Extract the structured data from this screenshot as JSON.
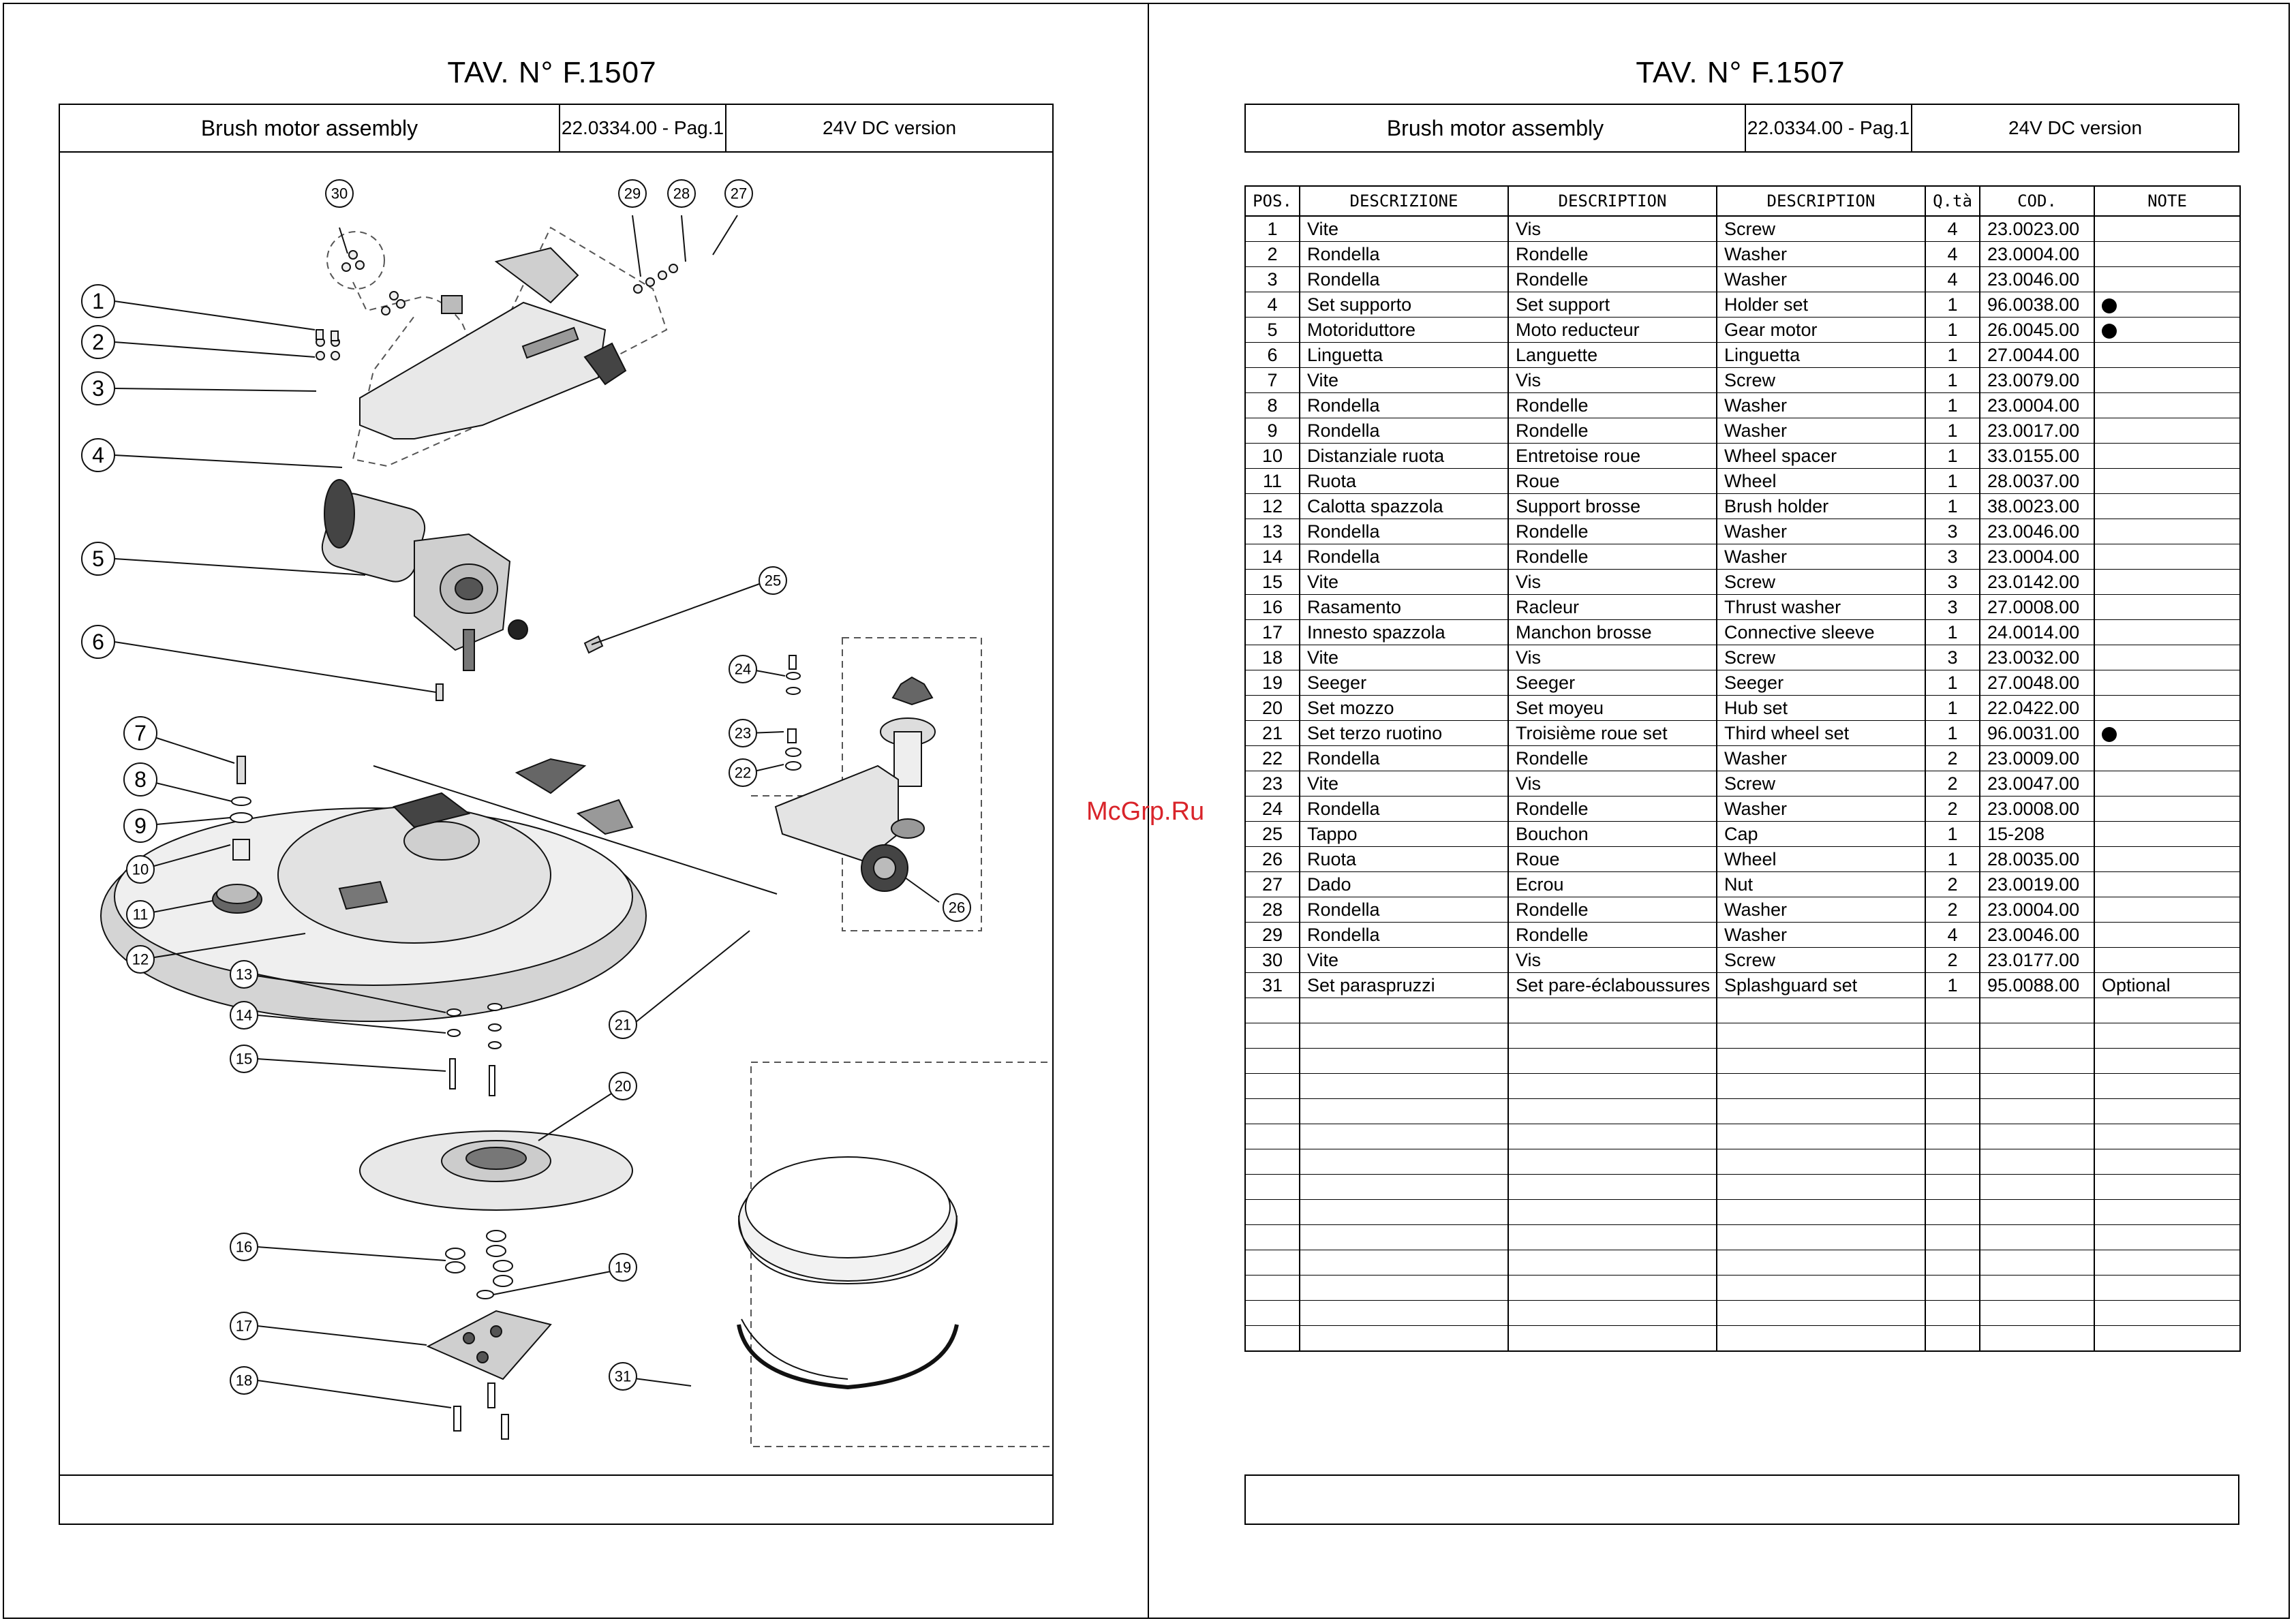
{
  "page": {
    "title": "TAV. N° F.1507",
    "header": {
      "assembly": "Brush motor assembly",
      "code_page": "22.0334.00 - Pag.1",
      "version": "24V DC version"
    },
    "watermark": "McGrp.Ru"
  },
  "diagram": {
    "callouts": [
      "1",
      "2",
      "3",
      "4",
      "5",
      "6",
      "7",
      "8",
      "9",
      "10",
      "11",
      "12",
      "13",
      "14",
      "15",
      "16",
      "17",
      "18",
      "19",
      "20",
      "21",
      "22",
      "23",
      "24",
      "25",
      "26",
      "27",
      "28",
      "29",
      "30",
      "31"
    ]
  },
  "parts_table": {
    "headers": [
      "POS.",
      "DESCRIZIONE",
      "DESCRIPTION",
      "DESCRIPTION",
      "Q.tà",
      "COD.",
      "NOTE"
    ],
    "rows": [
      {
        "pos": "1",
        "it": "Vite",
        "fr": "Vis",
        "en": "Screw",
        "qty": "4",
        "code": "23.0023.00",
        "note": "",
        "dot": false
      },
      {
        "pos": "2",
        "it": "Rondella",
        "fr": "Rondelle",
        "en": "Washer",
        "qty": "4",
        "code": "23.0004.00",
        "note": "",
        "dot": false
      },
      {
        "pos": "3",
        "it": "Rondella",
        "fr": "Rondelle",
        "en": "Washer",
        "qty": "4",
        "code": "23.0046.00",
        "note": "",
        "dot": false
      },
      {
        "pos": "4",
        "it": "Set supporto",
        "fr": "Set support",
        "en": "Holder set",
        "qty": "1",
        "code": "96.0038.00",
        "note": "",
        "dot": true
      },
      {
        "pos": "5",
        "it": "Motoriduttore",
        "fr": "Moto reducteur",
        "en": "Gear motor",
        "qty": "1",
        "code": "26.0045.00",
        "note": "",
        "dot": true
      },
      {
        "pos": "6",
        "it": "Linguetta",
        "fr": "Languette",
        "en": "Linguetta",
        "qty": "1",
        "code": "27.0044.00",
        "note": "",
        "dot": false
      },
      {
        "pos": "7",
        "it": "Vite",
        "fr": "Vis",
        "en": "Screw",
        "qty": "1",
        "code": "23.0079.00",
        "note": "",
        "dot": false
      },
      {
        "pos": "8",
        "it": "Rondella",
        "fr": "Rondelle",
        "en": "Washer",
        "qty": "1",
        "code": "23.0004.00",
        "note": "",
        "dot": false
      },
      {
        "pos": "9",
        "it": "Rondella",
        "fr": "Rondelle",
        "en": "Washer",
        "qty": "1",
        "code": "23.0017.00",
        "note": "",
        "dot": false
      },
      {
        "pos": "10",
        "it": "Distanziale ruota",
        "fr": "Entretoise roue",
        "en": "Wheel spacer",
        "qty": "1",
        "code": "33.0155.00",
        "note": "",
        "dot": false
      },
      {
        "pos": "11",
        "it": "Ruota",
        "fr": "Roue",
        "en": "Wheel",
        "qty": "1",
        "code": "28.0037.00",
        "note": "",
        "dot": false
      },
      {
        "pos": "12",
        "it": "Calotta spazzola",
        "fr": "Support brosse",
        "en": "Brush holder",
        "qty": "1",
        "code": "38.0023.00",
        "note": "",
        "dot": false
      },
      {
        "pos": "13",
        "it": "Rondella",
        "fr": "Rondelle",
        "en": "Washer",
        "qty": "3",
        "code": "23.0046.00",
        "note": "",
        "dot": false
      },
      {
        "pos": "14",
        "it": "Rondella",
        "fr": "Rondelle",
        "en": "Washer",
        "qty": "3",
        "code": "23.0004.00",
        "note": "",
        "dot": false
      },
      {
        "pos": "15",
        "it": "Vite",
        "fr": "Vis",
        "en": "Screw",
        "qty": "3",
        "code": "23.0142.00",
        "note": "",
        "dot": false
      },
      {
        "pos": "16",
        "it": "Rasamento",
        "fr": "Racleur",
        "en": "Thrust washer",
        "qty": "3",
        "code": "27.0008.00",
        "note": "",
        "dot": false
      },
      {
        "pos": "17",
        "it": "Innesto spazzola",
        "fr": "Manchon brosse",
        "en": "Connective sleeve",
        "qty": "1",
        "code": "24.0014.00",
        "note": "",
        "dot": false
      },
      {
        "pos": "18",
        "it": "Vite",
        "fr": "Vis",
        "en": "Screw",
        "qty": "3",
        "code": "23.0032.00",
        "note": "",
        "dot": false
      },
      {
        "pos": "19",
        "it": "Seeger",
        "fr": "Seeger",
        "en": "Seeger",
        "qty": "1",
        "code": "27.0048.00",
        "note": "",
        "dot": false
      },
      {
        "pos": "20",
        "it": "Set mozzo",
        "fr": "Set moyeu",
        "en": "Hub set",
        "qty": "1",
        "code": "22.0422.00",
        "note": "",
        "dot": false
      },
      {
        "pos": "21",
        "it": "Set terzo ruotino",
        "fr": "Troisième roue set",
        "en": "Third wheel set",
        "qty": "1",
        "code": "96.0031.00",
        "note": "",
        "dot": true
      },
      {
        "pos": "22",
        "it": "Rondella",
        "fr": "Rondelle",
        "en": "Washer",
        "qty": "2",
        "code": "23.0009.00",
        "note": "",
        "dot": false
      },
      {
        "pos": "23",
        "it": "Vite",
        "fr": "Vis",
        "en": "Screw",
        "qty": "2",
        "code": "23.0047.00",
        "note": "",
        "dot": false
      },
      {
        "pos": "24",
        "it": "Rondella",
        "fr": "Rondelle",
        "en": "Washer",
        "qty": "2",
        "code": "23.0008.00",
        "note": "",
        "dot": false
      },
      {
        "pos": "25",
        "it": "Tappo",
        "fr": "Bouchon",
        "en": "Cap",
        "qty": "1",
        "code": "15-208",
        "note": "",
        "dot": false
      },
      {
        "pos": "26",
        "it": "Ruota",
        "fr": "Roue",
        "en": "Wheel",
        "qty": "1",
        "code": "28.0035.00",
        "note": "",
        "dot": false
      },
      {
        "pos": "27",
        "it": "Dado",
        "fr": "Ecrou",
        "en": "Nut",
        "qty": "2",
        "code": "23.0019.00",
        "note": "",
        "dot": false
      },
      {
        "pos": "28",
        "it": "Rondella",
        "fr": "Rondelle",
        "en": "Washer",
        "qty": "2",
        "code": "23.0004.00",
        "note": "",
        "dot": false
      },
      {
        "pos": "29",
        "it": "Rondella",
        "fr": "Rondelle",
        "en": "Washer",
        "qty": "4",
        "code": "23.0046.00",
        "note": "",
        "dot": false
      },
      {
        "pos": "30",
        "it": "Vite",
        "fr": "Vis",
        "en": "Screw",
        "qty": "2",
        "code": "23.0177.00",
        "note": "",
        "dot": false
      },
      {
        "pos": "31",
        "it": "Set paraspruzzi",
        "fr": "Set pare-éclaboussures",
        "en": "Splashguard set",
        "qty": "1",
        "code": "95.0088.00",
        "note": "Optional",
        "dot": false
      }
    ],
    "empty_rows": 14
  }
}
